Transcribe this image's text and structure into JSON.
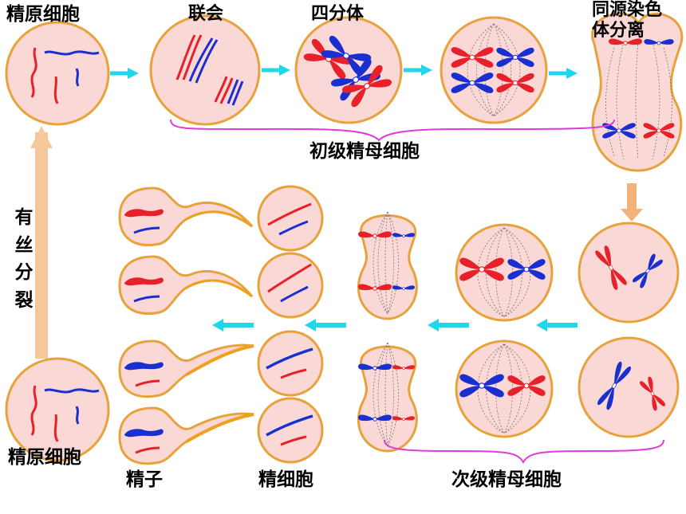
{
  "labels": {
    "spermatogonium_top": "精原细胞",
    "synapsis": "联会",
    "tetrad": "四分体",
    "homolog_separation": "同源染色体分离",
    "primary_spermatocyte": "初级精母细胞",
    "mitosis": "有丝分裂",
    "spermatogonium_bottom": "精原细胞",
    "sperm": "精子",
    "spermatid": "精细胞",
    "secondary_spermatocyte": "次级精母细胞"
  },
  "colors": {
    "cell_fill": "#f9d8d6",
    "cell_border": "#e8a23b",
    "chromosome_red": "#e8202a",
    "chromosome_blue": "#1a2fd0",
    "flow_arrow": "#1fd6ea",
    "up_arrow": "#f5c89c",
    "down_arrow": "#f2b27a",
    "brace": "#e03ad8",
    "sperm_tail": "#f0a020",
    "centromere": "#ffffff"
  },
  "icons": {
    "flow_arrow": "right-arrow-icon",
    "return_arrow": "left-arrow-icon",
    "up_arrow": "up-arrow-icon",
    "down_arrow": "down-arrow-icon",
    "grouping": "curly-brace-icon"
  }
}
